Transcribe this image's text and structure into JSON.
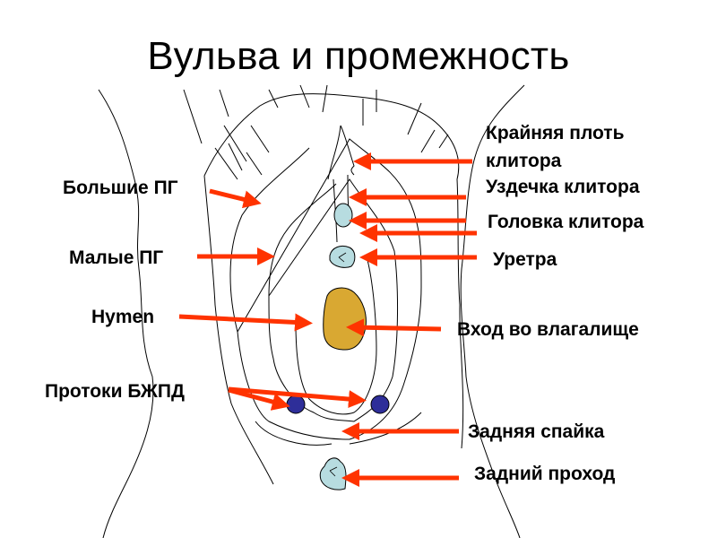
{
  "title": "Вульва и промежность",
  "colors": {
    "arrow": "#ff3300",
    "line": "#000000",
    "glans": "#b7dce0",
    "hymen": "#d9a832",
    "glands": "#2e2e99"
  },
  "labels_left": {
    "labia_majora": "Большие ПГ",
    "labia_minora": "Малые ПГ",
    "hymen": "Hymen",
    "gland_ducts": "Протоки БЖПД"
  },
  "labels_right": {
    "prepuce_line1": "Крайняя плоть",
    "prepuce_line2": "клитора",
    "frenulum": "Уздечка клитора",
    "glans": "Головка клитора",
    "urethra": "Уретра",
    "vaginal_opening": "Вход во влагалище",
    "posterior_commissure": "Задняя спайка",
    "anus": "Задний проход"
  }
}
